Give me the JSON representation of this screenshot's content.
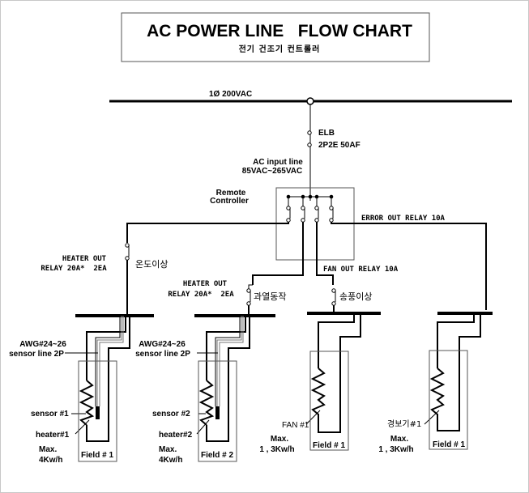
{
  "title": "AC POWER LINE   FLOW CHART",
  "subtitle": "전기 건조기 컨트롤러",
  "main_line": {
    "label": "1Ø 200VAC"
  },
  "breaker": {
    "line1": "ELB",
    "line2": "2P2E 50AF"
  },
  "ac_input": {
    "line1": "AC input line",
    "line2": "85VAC~265VAC"
  },
  "remote_controller": {
    "line1": "Remote",
    "line2": "Controller"
  },
  "error_relay": {
    "label": "ERROR OUT RELAY 10A"
  },
  "fan_relay": {
    "label": "FAN OUT RELAY 10A"
  },
  "heater_relay_1": {
    "line1": "HEATER OUT",
    "line2": "RELAY 20A*  2EA",
    "contact_label": "온도이상"
  },
  "heater_relay_2": {
    "line1": "HEATER OUT",
    "line2": "RELAY 20A*  2EA",
    "contact_label": "과열동작"
  },
  "fan_contact": {
    "contact_label": "송풍이상"
  },
  "fields": [
    {
      "id": "heater-1",
      "cable_line1": "AWG#24~26",
      "cable_line2": "sensor line 2P",
      "sensor_label": "sensor #1",
      "element_label": "heater#1",
      "max_line1": "Max.",
      "max_line2": "4Kw/h",
      "field_label": "Field # 1"
    },
    {
      "id": "heater-2",
      "cable_line1": "AWG#24~26",
      "cable_line2": "sensor line 2P",
      "sensor_label": "sensor #2",
      "element_label": "heater#2",
      "max_line1": "Max.",
      "max_line2": "4Kw/h",
      "field_label": "Field # 2"
    },
    {
      "id": "fan-1",
      "element_label": "FAN #1",
      "max_line1": "Max.",
      "max_line2": "1 , 3Kw/h",
      "field_label": "Field # 1"
    },
    {
      "id": "alarm-1",
      "element_label": "경보기#1",
      "max_line1": "Max.",
      "max_line2": "1 , 3Kw/h",
      "field_label": "Field # 1"
    }
  ]
}
